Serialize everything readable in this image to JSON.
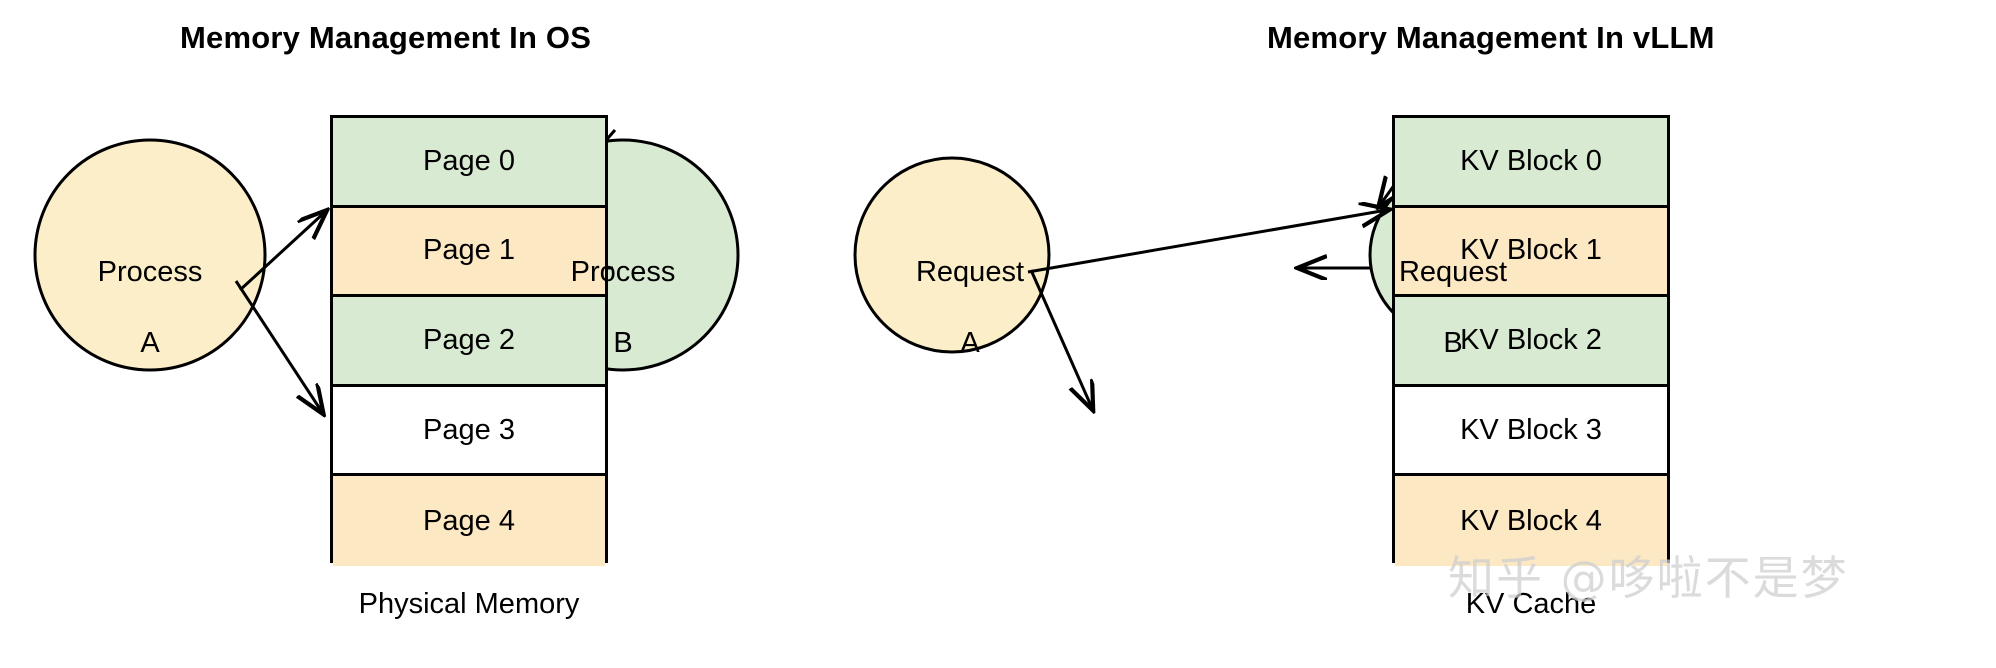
{
  "panels": [
    {
      "title": "Memory Management In OS",
      "caption": "Physical Memory",
      "left_node": {
        "line1": "Process",
        "line2": "A"
      },
      "right_node": {
        "line1": "Process",
        "line2": "B"
      },
      "rows": [
        {
          "label": "Page 0",
          "fill": "#d9ead3"
        },
        {
          "label": "Page 1",
          "fill": "#fce8c3"
        },
        {
          "label": "Page 2",
          "fill": "#d9ead3"
        },
        {
          "label": "Page 3",
          "fill": "#ffffff"
        },
        {
          "label": "Page 4",
          "fill": "#fce8c3"
        }
      ]
    },
    {
      "title": "Memory Management In vLLM",
      "caption": "KV Cache",
      "left_node": {
        "line1": "Request",
        "line2": "A"
      },
      "right_node": {
        "line1": "Request",
        "line2": "B"
      },
      "rows": [
        {
          "label": "KV Block 0",
          "fill": "#d9ead3"
        },
        {
          "label": "KV Block 1",
          "fill": "#fce8c3"
        },
        {
          "label": "KV Block 2",
          "fill": "#d9ead3"
        },
        {
          "label": "KV Block 3",
          "fill": "#ffffff"
        },
        {
          "label": "KV Block 4",
          "fill": "#fce8c3"
        }
      ]
    }
  ],
  "colors": {
    "green_fill": "#d9ead3",
    "yellow_fill": "#fce8c3",
    "white_fill": "#ffffff",
    "stroke": "#000000",
    "watermark": "#cfcfcf"
  },
  "watermark": "知乎 @哆啦不是梦"
}
